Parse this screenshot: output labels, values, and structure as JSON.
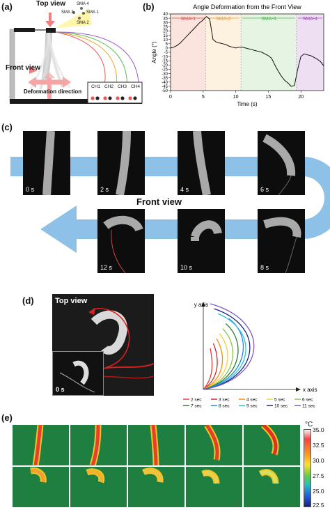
{
  "panel_a": {
    "label": "(a)",
    "top_view": "Top view",
    "front_view": "Front view",
    "deformation_direction": "Deformation direction",
    "sma_labels": [
      "SMA 4",
      "SMA 3",
      "SMA 1",
      "SMA 2"
    ],
    "channels": [
      "CH1",
      "CH2",
      "CH3",
      "CH4"
    ],
    "wire_colors": [
      "#e55",
      "#f0a020",
      "#5cbf50",
      "#9b59d0"
    ]
  },
  "panel_b": {
    "label": "(b)"
  },
  "chart_data": {
    "type": "line",
    "title": "Angle Deformation from the Front View",
    "xlabel": "Time (s)",
    "ylabel": "Angle (°)",
    "xlim": [
      0,
      23.5
    ],
    "ylim": [
      -50,
      40
    ],
    "xticks": [
      "0",
      "5",
      "10",
      "15",
      "20"
    ],
    "yticks": [
      "40",
      "35",
      "30",
      "25",
      "20",
      "15",
      "10",
      "5",
      "0",
      "-5",
      "-10",
      "-15",
      "-20",
      "-25",
      "-30",
      "-35",
      "-40",
      "-45",
      "-50"
    ],
    "grid": false,
    "regions": [
      {
        "name": "SMA-1",
        "start": 0,
        "end": 5.4,
        "color": "#fbe3de",
        "text_color": "#d4504a"
      },
      {
        "name": "SMA-2",
        "start": 5.4,
        "end": 10.8,
        "color": "#fdf1e0",
        "text_color": "#e69a40"
      },
      {
        "name": "SMA-3",
        "start": 10.8,
        "end": 19.3,
        "color": "#e6f4e4",
        "text_color": "#4caf50"
      },
      {
        "name": "SMA-4",
        "start": 19.3,
        "end": 23.5,
        "color": "#eee0f2",
        "text_color": "#9c4fb8"
      }
    ],
    "series": [
      {
        "x": [
          0,
          0.5,
          1,
          1.5,
          2,
          2.5,
          3,
          3.5,
          4,
          4.5,
          5,
          5.5,
          6,
          6.5,
          7,
          7.5,
          8,
          8.5,
          9,
          9.5,
          10,
          10.5,
          11,
          11.5,
          12,
          12.5,
          13,
          13.5,
          14,
          14.5,
          15,
          15.5,
          16,
          16.5,
          17,
          17.5,
          18,
          18.5,
          19,
          19.5,
          20,
          20.5,
          21,
          21.5,
          22,
          22.5,
          23,
          23.5
        ],
        "y": [
          0,
          1,
          3,
          6,
          10,
          14,
          18,
          22,
          26,
          30,
          33,
          37,
          34,
          10,
          7,
          6,
          5,
          4,
          2,
          1,
          0,
          1,
          1,
          0,
          -1,
          -2,
          -3,
          -4,
          -5,
          -7,
          -9,
          -12,
          -20,
          -27,
          -33,
          -38,
          -41,
          -45,
          -44,
          -25,
          -10,
          -7,
          -8,
          -9,
          -11,
          -13,
          -16,
          -21
        ]
      }
    ]
  },
  "panel_c": {
    "label": "(c)",
    "center_label": "Front view",
    "top_times": [
      "0 s",
      "2 s",
      "4 s",
      "6 s"
    ],
    "bottom_times": [
      "12 s",
      "10 s",
      "8 s"
    ]
  },
  "panel_d": {
    "label": "(d)",
    "top_view": "Top view",
    "inset_time": "0 s",
    "y_axis": "y axis",
    "x_axis": "x axis",
    "legend": [
      {
        "label": "2 sec",
        "color": "#e53935"
      },
      {
        "label": "3 sec",
        "color": "#c62828"
      },
      {
        "label": "4 sec",
        "color": "#fb8c00"
      },
      {
        "label": "5 sec",
        "color": "#f4d03f"
      },
      {
        "label": "6 sec",
        "color": "#8bc34a"
      },
      {
        "label": "7 sec",
        "color": "#2e7d32"
      },
      {
        "label": "8 sec",
        "color": "#1e88e5"
      },
      {
        "label": "9 sec",
        "color": "#26c6da"
      },
      {
        "label": "10 sec",
        "color": "#1a237e"
      },
      {
        "label": "11 sec",
        "color": "#7e57c2"
      }
    ]
  },
  "panel_e": {
    "label": "(e)",
    "unit": "°C",
    "scale": [
      "35.0",
      "32.5",
      "30.0",
      "27.5",
      "25.0",
      "22.5"
    ]
  }
}
